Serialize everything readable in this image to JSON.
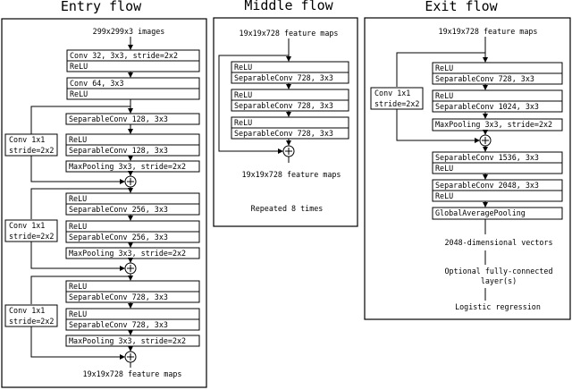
{
  "titles": {
    "entry": "Entry flow",
    "middle": "Middle flow",
    "exit": "Exit flow"
  },
  "entry": {
    "input": "299x299x3 images",
    "conv1": [
      "Conv 32, 3x3, stride=2x2",
      "ReLU"
    ],
    "conv2": [
      "Conv 64, 3x3",
      "ReLU"
    ],
    "block1": [
      [
        "SeparableConv 128, 3x3"
      ],
      [
        "ReLU",
        "SeparableConv 128, 3x3"
      ],
      [
        "MaxPooling 3x3, stride=2x2"
      ]
    ],
    "skip1": [
      "Conv 1x1",
      "stride=2x2"
    ],
    "block2": [
      [
        "ReLU",
        "SeparableConv 256, 3x3"
      ],
      [
        "ReLU",
        "SeparableConv 256, 3x3"
      ],
      [
        "MaxPooling 3x3, stride=2x2"
      ]
    ],
    "skip2": [
      "Conv 1x1",
      "stride=2x2"
    ],
    "block3": [
      [
        "ReLU",
        "SeparableConv 728, 3x3"
      ],
      [
        "ReLU",
        "SeparableConv 728, 3x3"
      ],
      [
        "MaxPooling 3x3, stride=2x2"
      ]
    ],
    "skip3": [
      "Conv 1x1",
      "stride=2x2"
    ],
    "output": "19x19x728 feature maps"
  },
  "middle": {
    "input": "19x19x728 feature maps",
    "blocks": [
      [
        "ReLU",
        "SeparableConv 728, 3x3"
      ],
      [
        "ReLU",
        "SeparableConv 728, 3x3"
      ],
      [
        "ReLU",
        "SeparableConv 728, 3x3"
      ]
    ],
    "output": "19x19x728 feature maps",
    "repeat": "Repeated 8 times"
  },
  "exit": {
    "input": "19x19x728 feature maps",
    "block1": [
      [
        "ReLU",
        "SeparableConv 728, 3x3"
      ],
      [
        "ReLU",
        "SeparableConv 1024, 3x3"
      ],
      [
        "MaxPooling 3x3, stride=2x2"
      ]
    ],
    "skip": [
      "Conv 1x1",
      "stride=2x2"
    ],
    "block2": [
      [
        "SeparableConv 1536, 3x3",
        "ReLU"
      ],
      [
        "SeparableConv 2048, 3x3",
        "ReLU"
      ]
    ],
    "gap": "GlobalAveragePooling",
    "vectors": "2048-dimensional vectors",
    "fc": [
      "Optional fully-connected",
      "layer(s)"
    ],
    "logistic": "Logistic regression"
  }
}
